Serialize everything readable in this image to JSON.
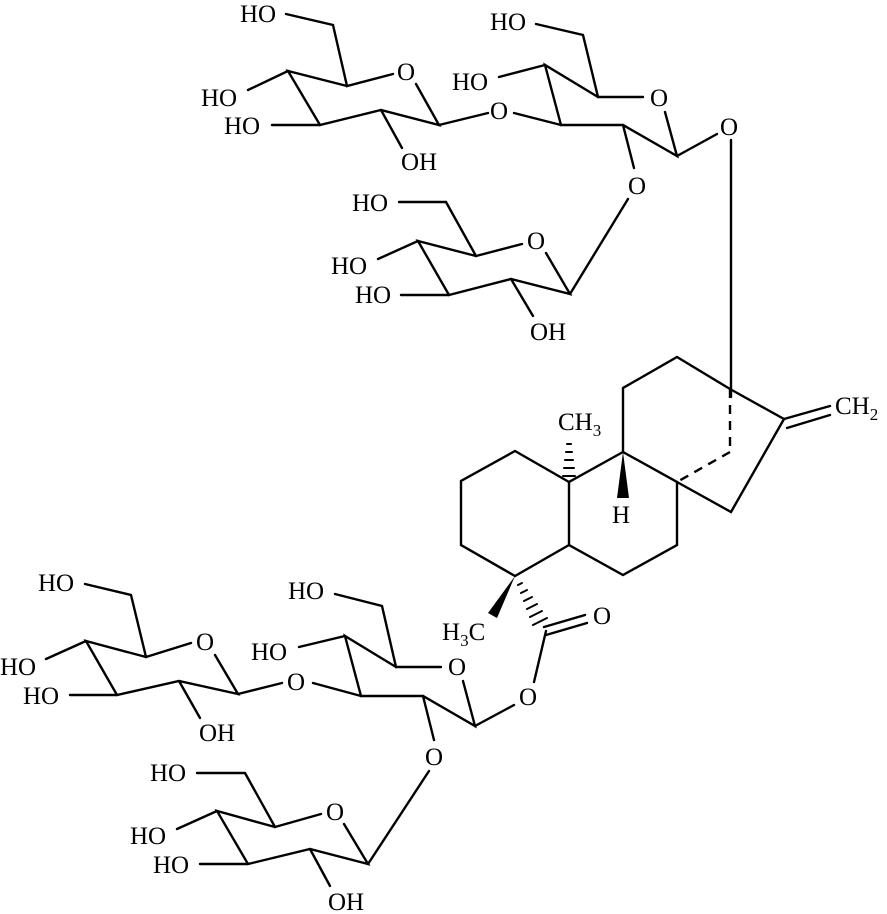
{
  "figure": {
    "type": "chemical-structure",
    "description": "Steviol glycoside (ent-kaurane core with glucosyl ester at C-19 and glucosyl ether at C-13)",
    "colors": {
      "ink": "#000000",
      "background": "#ffffff"
    }
  },
  "labels": {
    "glc_top_left": {
      "ho_ch2": "HO",
      "ring_o": "O",
      "ho_c4": "HO",
      "ho_c3": "HO",
      "oh_c2": "OH"
    },
    "glc_top_right": {
      "ho_ch2": "HO",
      "ring_o": "O",
      "ho_c4": "HO",
      "link_o_c3": "O",
      "link_o_c2": "O",
      "anomeric_o": "O"
    },
    "glc_middle": {
      "ho_ch2": "HO",
      "ring_o": "O",
      "ho_c4": "HO",
      "ho_c3": "HO",
      "oh_c2": "OH"
    },
    "core": {
      "methyl_c10": "CH",
      "methyl_c10_sub": "3",
      "h_c9": "H",
      "methylene": "CH",
      "methylene_sub": "2",
      "methyl_c4_h": "H",
      "methyl_c4_sub": "3",
      "methyl_c4_c": "C",
      "carbonyl_o": "O",
      "ester_o": "O"
    },
    "glc_bottom_left": {
      "ho_ch2": "HO",
      "ring_o": "O",
      "ho_c4": "HO",
      "ho_c3": "HO",
      "oh_c2": "OH"
    },
    "glc_bottom_right": {
      "ho_ch2": "HO",
      "ring_o": "O",
      "ho_c4": "HO",
      "link_o_c3": "O",
      "link_o_c2": "O"
    },
    "glc_bottom": {
      "ho_ch2": "HO",
      "ring_o": "O",
      "ho_c4": "HO",
      "ho_c3": "HO",
      "oh_c2": "OH"
    }
  }
}
